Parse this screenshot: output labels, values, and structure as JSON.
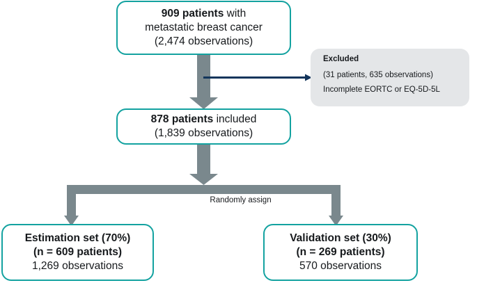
{
  "colors": {
    "box_border_teal": "#13a2a0",
    "arrow_gray": "#7a888d",
    "excluded_bg": "#e4e6e8",
    "excluded_arrow_navy": "#12355b",
    "text": "#16191c",
    "page_bg": "#ffffff"
  },
  "cohort_box": {
    "line1_bold": "909 patients",
    "line1_rest": " with",
    "line2": "metastatic breast cancer",
    "line3": "(2,474 observations)"
  },
  "excluded_box": {
    "heading": "Excluded",
    "line1": "(31 patients, 635 observations)",
    "line2": "Incomplete EORTC or EQ-5D-5L"
  },
  "included_box": {
    "line1_bold": "878 patients",
    "line1_rest": " included",
    "line2": "(1,839 observations)"
  },
  "split_label": "Randomly assign",
  "estimation_box": {
    "line1": "Estimation set (70%)",
    "line2": "(n = 609 patients)",
    "line3": "1,269 observations"
  },
  "validation_box": {
    "line1": "Validation set (30%)",
    "line2": "(n = 269 patients)",
    "line3": "570 observations"
  }
}
